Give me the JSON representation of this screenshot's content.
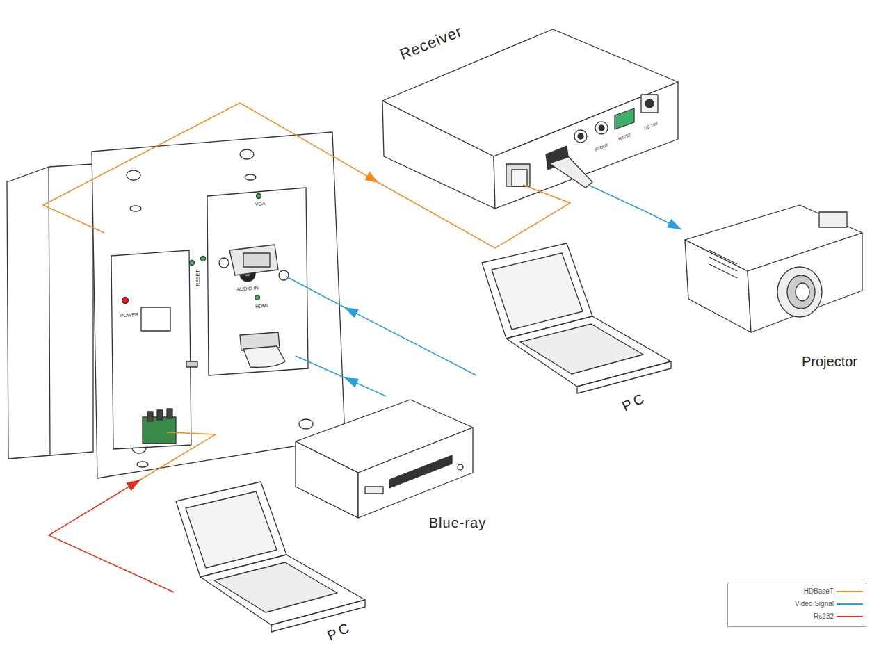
{
  "diagram": {
    "nodes": [
      {
        "text": [
          "Receiver"
        ]
      },
      {
        "text": [
          "POWER",
          "RESET",
          "VGA",
          "AUDIO IN",
          "HDMI"
        ]
      },
      {
        "text": [
          "Projector"
        ]
      },
      {
        "text": [
          "PC"
        ]
      },
      {
        "text": [
          "Blue-ray"
        ]
      },
      {
        "text": [
          "PC"
        ]
      }
    ],
    "edges": [
      {
        "from": 3,
        "to": 1,
        "arrow": "to"
      },
      {
        "from": 4,
        "to": 1,
        "arrow": "to"
      },
      {
        "from": 1,
        "to": 0,
        "arrow": "to"
      },
      {
        "from": 0,
        "to": 2,
        "arrow": "to"
      },
      {
        "from": 5,
        "to": 1,
        "arrow": "to"
      }
    ],
    "labels": [
      "IR OUT",
      "RS232",
      "DC 24V"
    ],
    "legend": [
      {
        "text": "HDBaseT"
      },
      {
        "text": "Video Signal"
      },
      {
        "text": "Rs232"
      }
    ]
  }
}
